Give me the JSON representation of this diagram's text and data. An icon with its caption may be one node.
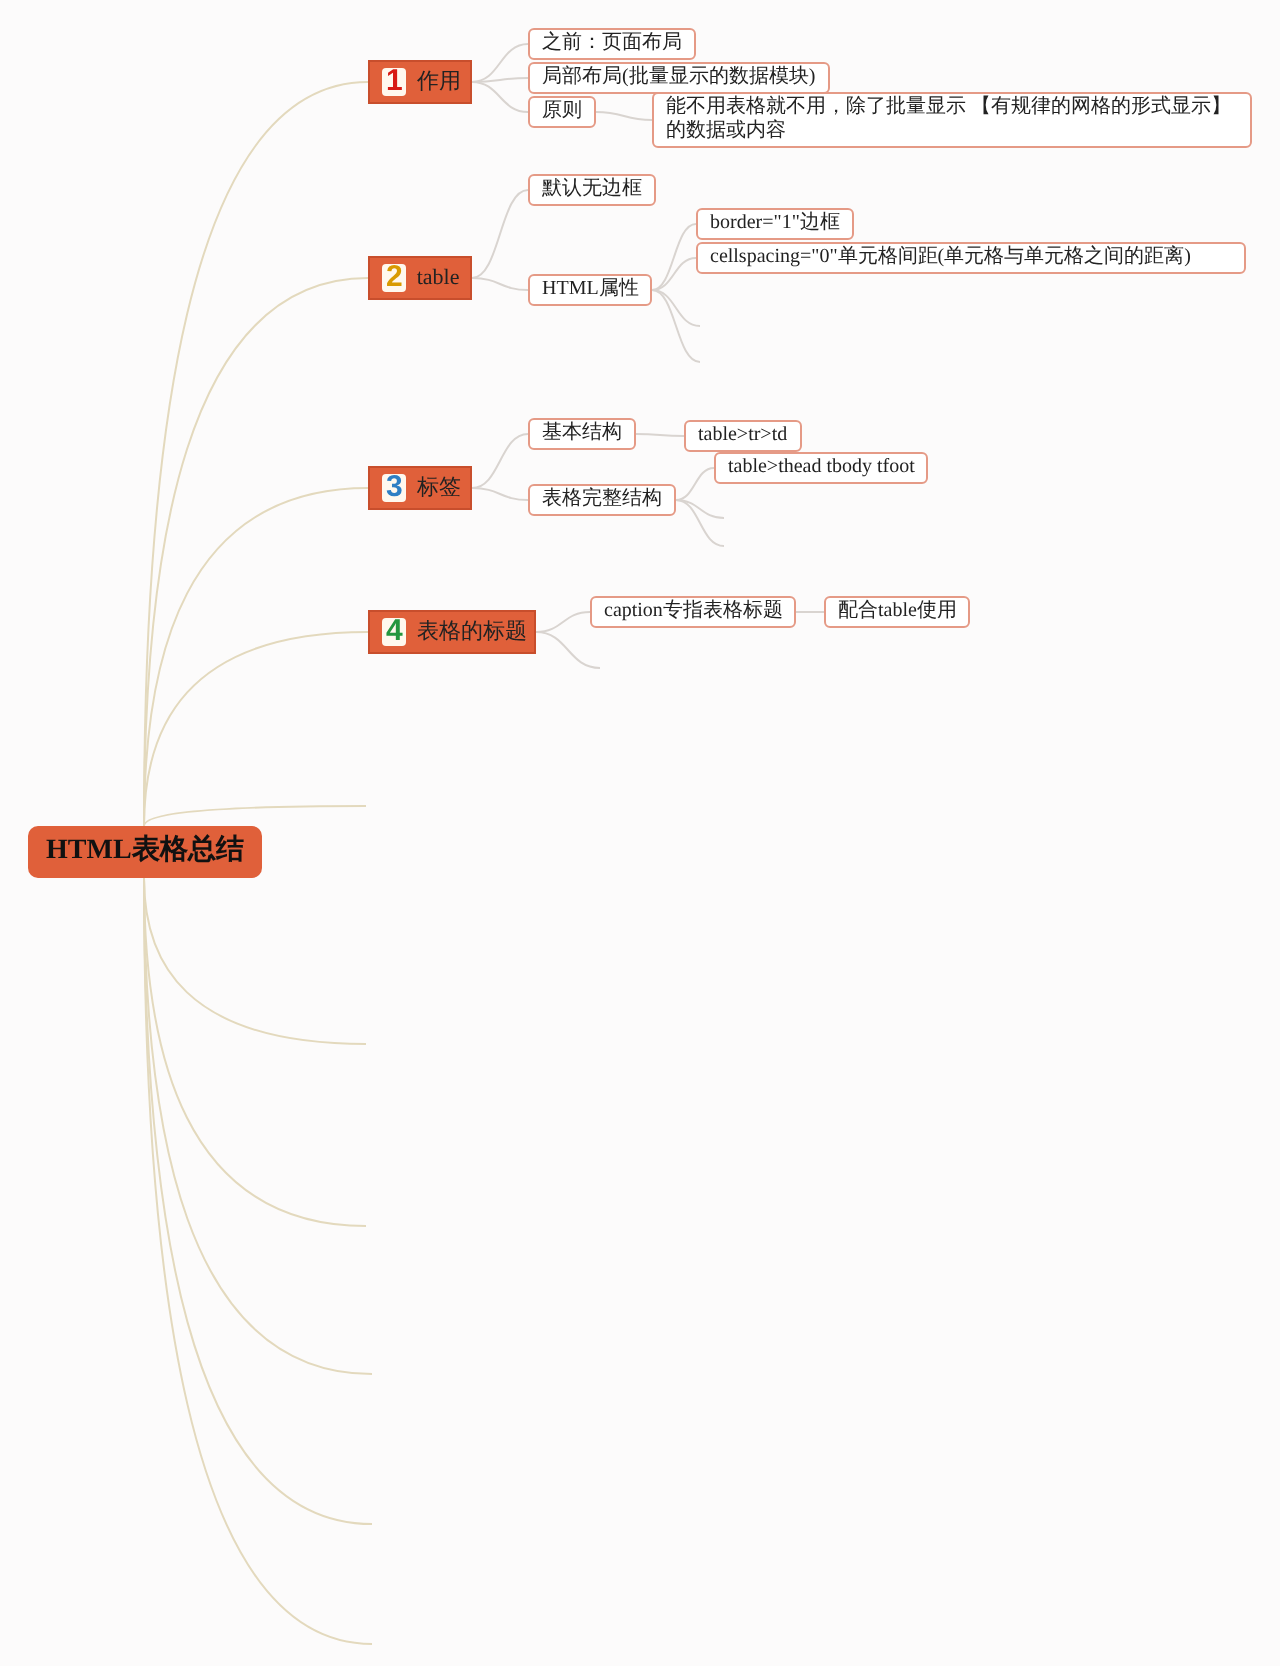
{
  "diagram": {
    "nodes": [
      {
        "text": [
          "HTML表格总结"
        ]
      },
      {
        "text": [
          "1",
          "作用"
        ]
      },
      {
        "text": [
          "之前：页面布局"
        ]
      },
      {
        "text": [
          "局部布局(批量显示的数据模块)"
        ]
      },
      {
        "text": [
          "原则"
        ]
      },
      {
        "text": [
          "能不用表格就不用，除了批量显示 【有规律的网格的形式显示】的数据或内容"
        ]
      },
      {
        "text": [
          "2",
          "table"
        ]
      },
      {
        "text": [
          "默认无边框"
        ]
      },
      {
        "text": [
          "HTML属性"
        ]
      },
      {
        "text": [
          "border=\"1\"边框"
        ]
      },
      {
        "text": [
          "cellspacing=\"0\"单元格间距(单元格与单元格之间的距离)"
        ]
      },
      {
        "text": [
          "3",
          "标签"
        ]
      },
      {
        "text": [
          "基本结构"
        ]
      },
      {
        "text": [
          "table>tr>td"
        ]
      },
      {
        "text": [
          "表格完整结构"
        ]
      },
      {
        "text": [
          "table>thead tbody tfoot"
        ]
      },
      {
        "text": [
          "4",
          "表格的标题"
        ]
      },
      {
        "text": [
          "caption专指表格标题"
        ]
      },
      {
        "text": [
          "配合table使用"
        ]
      }
    ],
    "edges": [
      {
        "from": 0,
        "to": 1,
        "arrow": "none"
      },
      {
        "from": 0,
        "to": 6,
        "arrow": "none"
      },
      {
        "from": 0,
        "to": 11,
        "arrow": "none"
      },
      {
        "from": 0,
        "to": 16,
        "arrow": "none"
      },
      {
        "from": 0,
        "to": null,
        "arrow": "none"
      },
      {
        "from": 0,
        "to": null,
        "arrow": "none"
      },
      {
        "from": 0,
        "to": null,
        "arrow": "none"
      },
      {
        "from": 0,
        "to": null,
        "arrow": "none"
      },
      {
        "from": 0,
        "to": null,
        "arrow": "none"
      },
      {
        "from": 0,
        "to": null,
        "arrow": "none"
      },
      {
        "from": 1,
        "to": 2,
        "arrow": "none"
      },
      {
        "from": 1,
        "to": 3,
        "arrow": "none"
      },
      {
        "from": 1,
        "to": 4,
        "arrow": "none"
      },
      {
        "from": 4,
        "to": 5,
        "arrow": "none"
      },
      {
        "from": 6,
        "to": 7,
        "arrow": "none"
      },
      {
        "from": 6,
        "to": 8,
        "arrow": "none"
      },
      {
        "from": 8,
        "to": 9,
        "arrow": "none"
      },
      {
        "from": 8,
        "to": 10,
        "arrow": "none"
      },
      {
        "from": 8,
        "to": null,
        "arrow": "none"
      },
      {
        "from": 8,
        "to": null,
        "arrow": "none"
      },
      {
        "from": 11,
        "to": 12,
        "arrow": "none"
      },
      {
        "from": 11,
        "to": 14,
        "arrow": "none"
      },
      {
        "from": 12,
        "to": 13,
        "arrow": "none"
      },
      {
        "from": 14,
        "to": 15,
        "arrow": "none"
      },
      {
        "from": 14,
        "to": null,
        "arrow": "none"
      },
      {
        "from": 14,
        "to": null,
        "arrow": "none"
      },
      {
        "from": 16,
        "to": 17,
        "arrow": "none"
      },
      {
        "from": 16,
        "to": null,
        "arrow": "none"
      },
      {
        "from": 17,
        "to": 18,
        "arrow": "none"
      }
    ]
  }
}
